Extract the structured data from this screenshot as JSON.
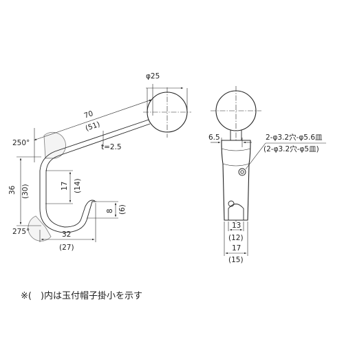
{
  "side_view": {
    "length_label": "70",
    "length_small_label": "(51)",
    "ball_diameter_label": "φ25",
    "thickness_label": "t=2.5",
    "angle_top_label": "250°",
    "angle_bottom_label": "275°",
    "height_label": "36",
    "height_small_label": "(30)",
    "inner_height_label": "17",
    "inner_height_small_label": "(14)",
    "hook_height_label": "8",
    "hook_height_small_label": "(6)",
    "width_label": "32",
    "width_small_label": "(27)"
  },
  "front_view": {
    "plate_thickness_label": "6.5",
    "hole_label": "2-φ3.2穴-φ5.6皿",
    "hole_small_label": "(2-φ3.2穴-φ5皿)",
    "inner_width_label": "13",
    "inner_width_small_label": "(12)",
    "outer_width_label": "17",
    "outer_width_small_label": "(15)"
  },
  "footnote": "※(　)内は玉付帽子掛小を示す"
}
